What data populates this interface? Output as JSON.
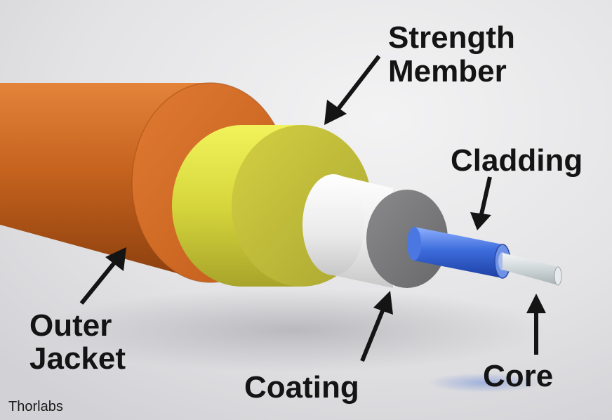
{
  "labels": {
    "strength_member_line1": "Strength",
    "strength_member_line2": "Member",
    "cladding": "Cladding",
    "outer_jacket_line1": "Outer",
    "outer_jacket_line2": "Jacket",
    "coating": "Coating",
    "core": "Core"
  },
  "credit": "Thorlabs",
  "colors": {
    "outer_jacket": "#d8702a",
    "strength_member": "#dcdc40",
    "coating": "#ececec",
    "cladding": "#3f6fd8",
    "core": "#d6dde0",
    "background": "#e4e4e6"
  }
}
